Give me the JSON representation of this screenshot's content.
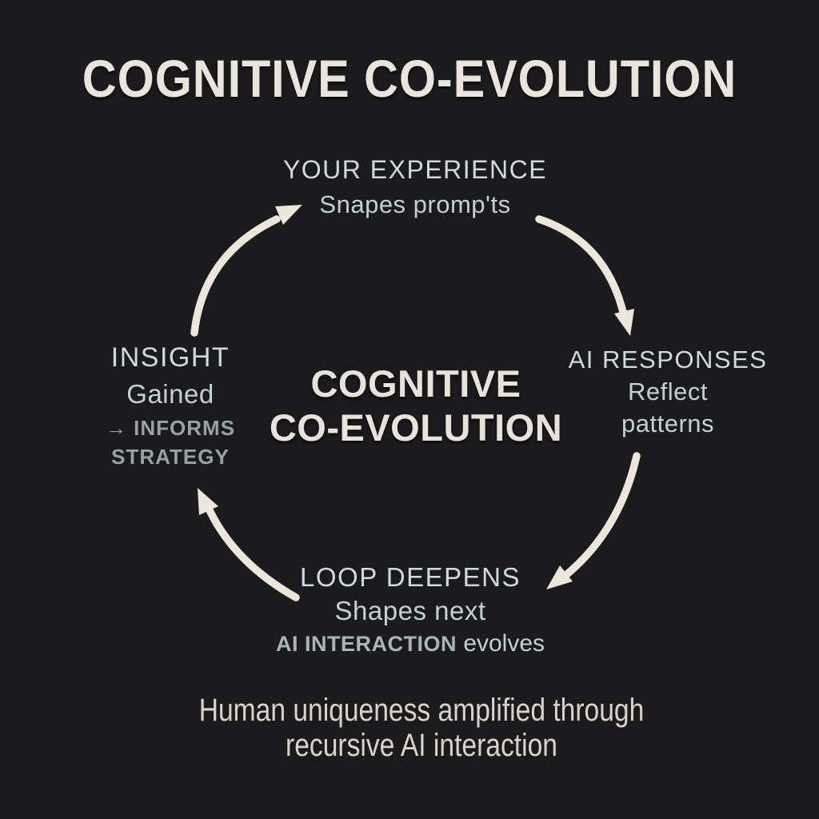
{
  "title": "COGNITIVE CO-EVOLUTION",
  "center": {
    "line1": "COGNITIVE",
    "line2": "CO-EVOLUTION"
  },
  "nodes": {
    "top": {
      "heading": "YOUR EXPERIENCE",
      "body": "Snapes promp'ts"
    },
    "right": {
      "heading": "AI RESPONSES",
      "body_line1": "Reflect",
      "body_line2": "patterns"
    },
    "left": {
      "heading": "INSIGHT",
      "body": "Gained",
      "note_line1": "→ INFORMS",
      "note_line2": "STRATEGY"
    },
    "bottom": {
      "heading": "LOOP DEEPENS",
      "body": "Shapes next",
      "note_caps": "AI INTERACTION",
      "note_rest": "evolves"
    }
  },
  "caption": {
    "line1": "Human uniqueness amplified through",
    "line2": "recursive AI interaction"
  },
  "icons": {
    "arrow_insight_to_experience": "curved-arrow-up-right-icon",
    "arrow_experience_to_responses": "curved-arrow-down-right-icon",
    "arrow_responses_to_loop": "curved-arrow-down-left-icon",
    "arrow_loop_to_insight": "curved-arrow-up-left-icon",
    "inline_arrow_glyph": "right-arrow-icon"
  },
  "colors": {
    "background": "#1b1b1d",
    "title_color": "#e9e4de",
    "center_color": "#e7e2db",
    "heading_color": "#cedadb",
    "body_color": "#c2d1d3",
    "note_color": "#97a2a3",
    "interaction_caps_color": "#a9b6b8",
    "caption_color": "#d9d3cc",
    "arrow_color": "#ece6db"
  }
}
